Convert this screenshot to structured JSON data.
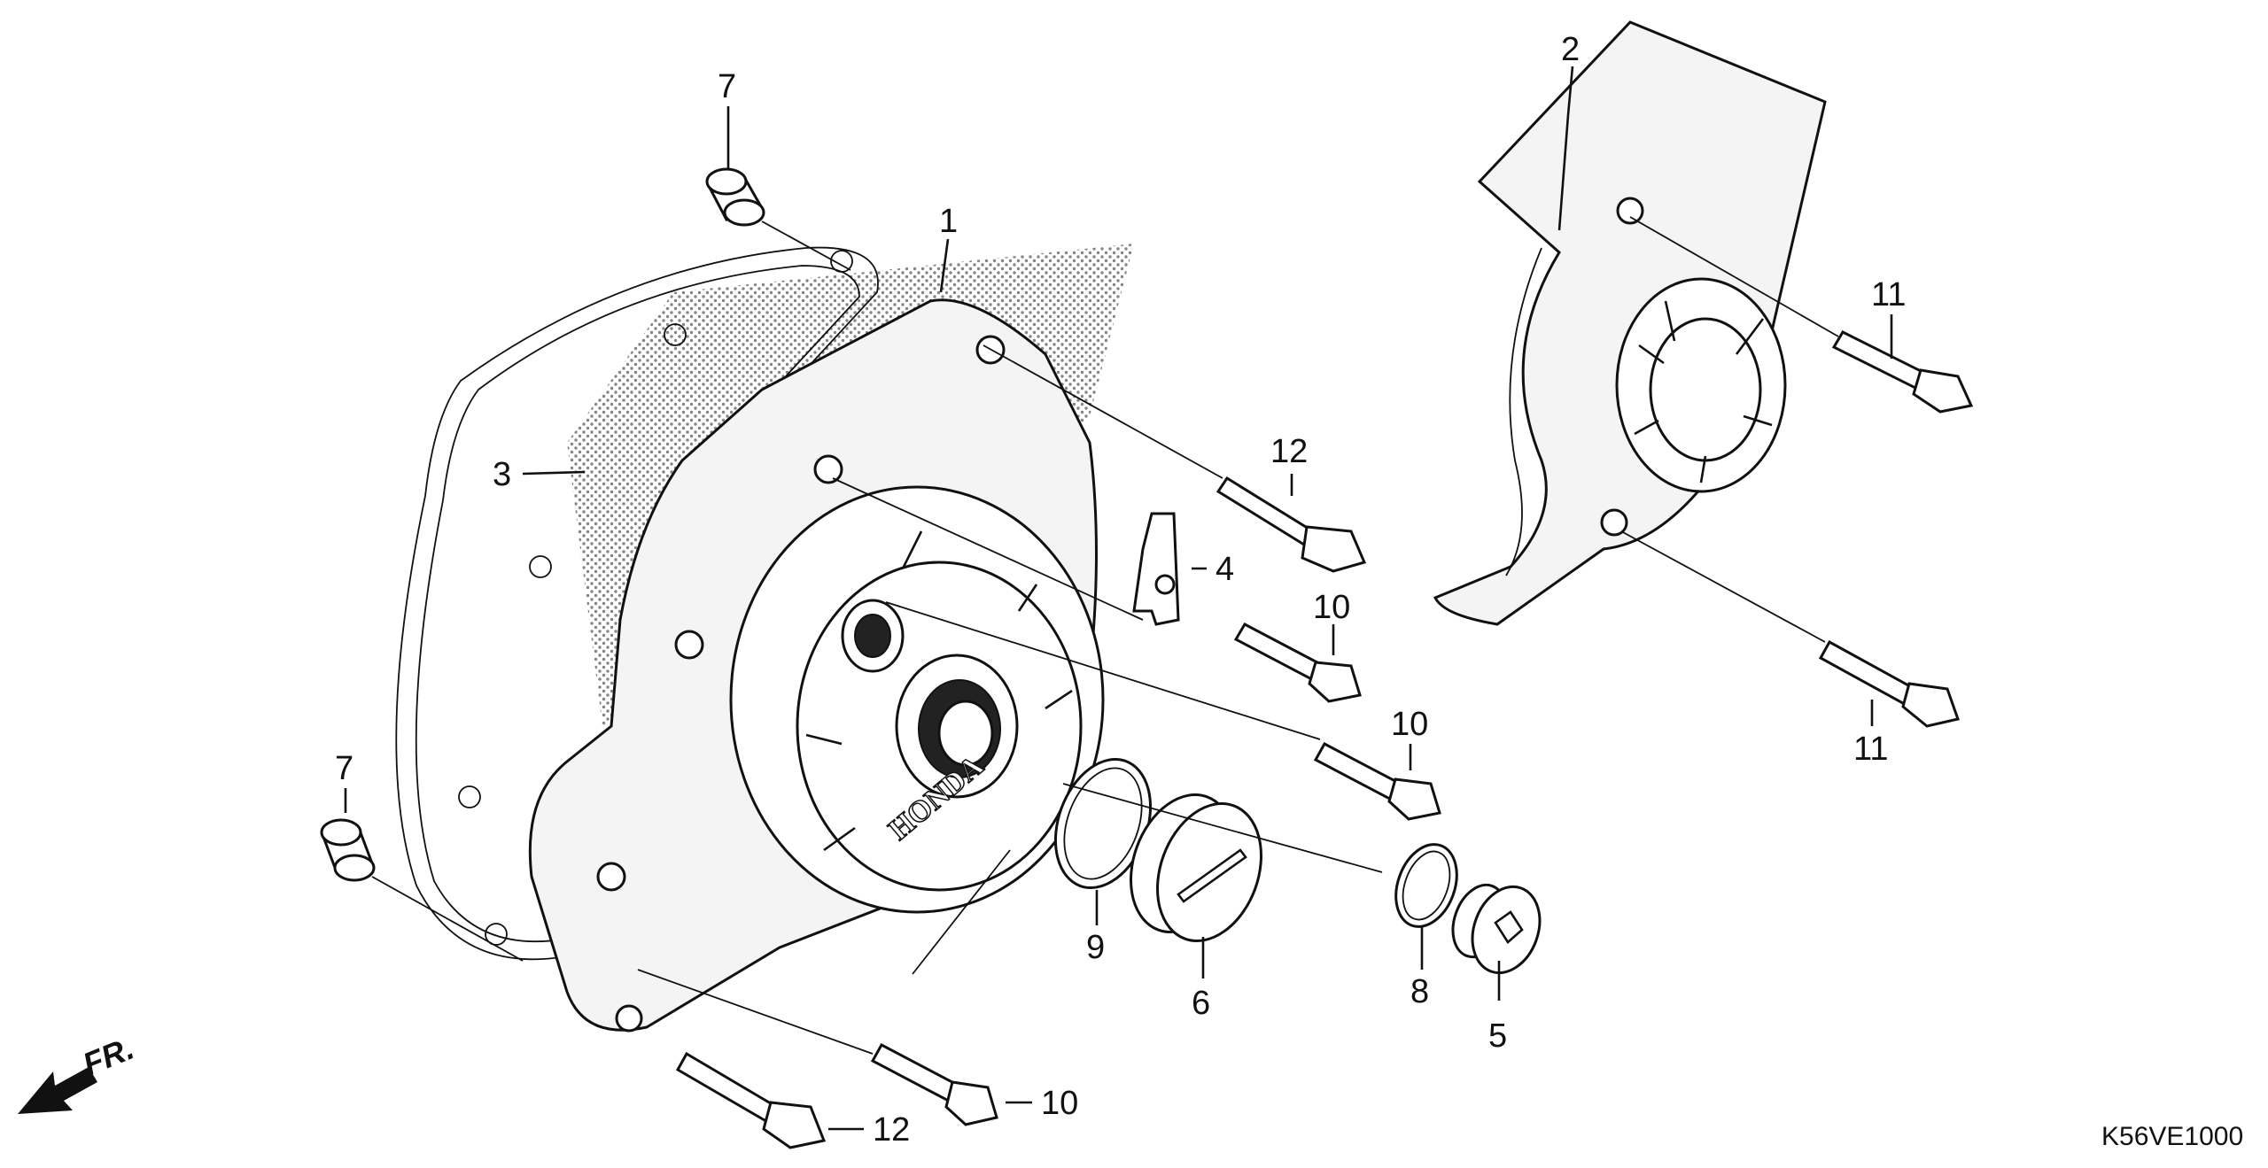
{
  "diagram": {
    "title": "Left crankcase cover exploded view",
    "code": "K56VE1000",
    "direction_label": "FR.",
    "brand_text": "HONDA",
    "callouts": {
      "cover": "1",
      "cover_guard": "2",
      "gasket": "3",
      "clamp": "4",
      "plug_small": "5",
      "cap_large": "6",
      "dowel_top": "7",
      "dowel_bottom": "7",
      "oring_small": "8",
      "oring_large": "9",
      "bolt_10_a": "10",
      "bolt_10_b": "10",
      "bolt_10_c": "10",
      "bolt_11_top": "11",
      "bolt_11_bottom": "11",
      "bolt_12_top": "12",
      "bolt_12_bottom": "12"
    }
  }
}
